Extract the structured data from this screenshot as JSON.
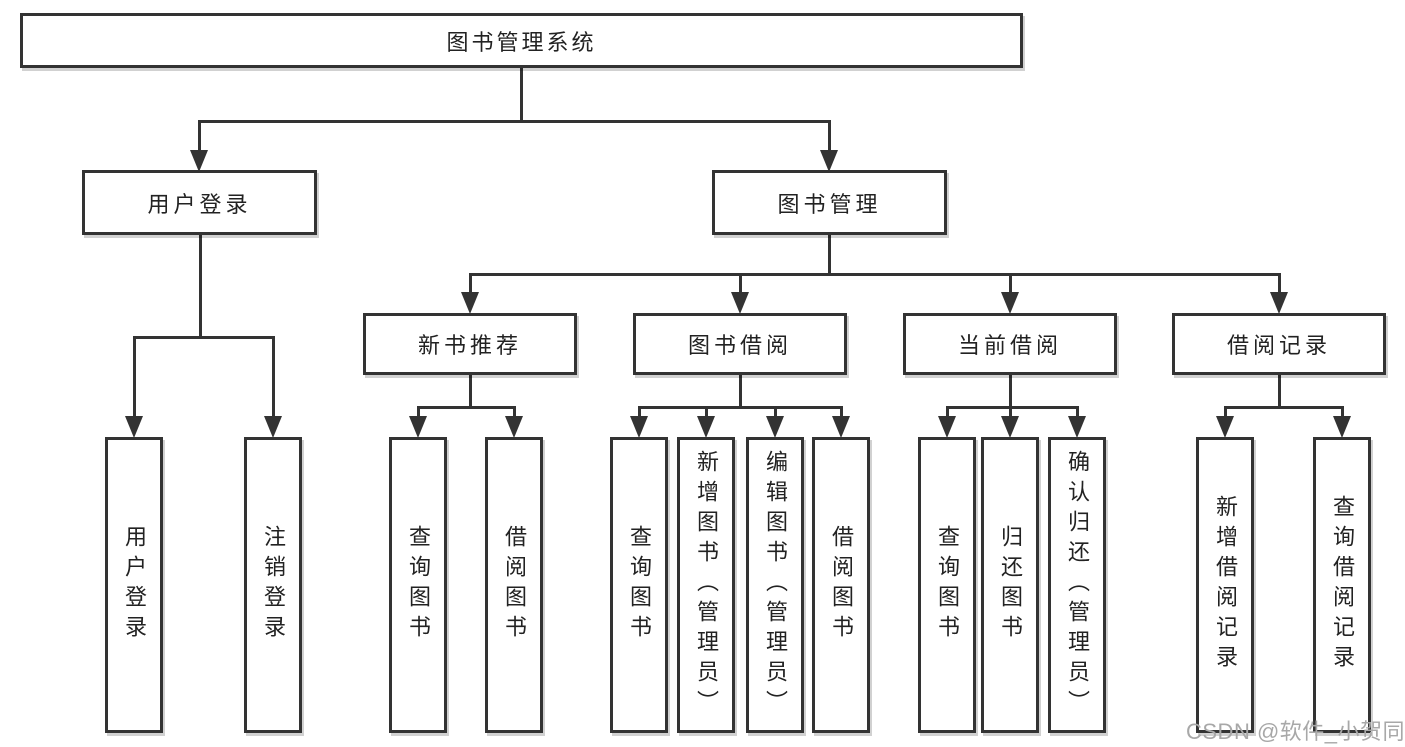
{
  "colors": {
    "line": "#333333",
    "box_border": "#333333",
    "box_background": "#ffffff",
    "text": "#222222",
    "watermark": "#a8a8a8"
  },
  "tree": {
    "root": {
      "label": "图书管理系统"
    },
    "branches": [
      {
        "label": "用户登录",
        "children": [
          {
            "label": "用户登录"
          },
          {
            "label": "注销登录"
          }
        ]
      },
      {
        "label": "图书管理",
        "groups": [
          {
            "label": "新书推荐",
            "children": [
              {
                "label": "查询图书"
              },
              {
                "label": "借阅图书"
              }
            ]
          },
          {
            "label": "图书借阅",
            "children": [
              {
                "label": "查询图书"
              },
              {
                "label": "新增图书（管理员）"
              },
              {
                "label": "编辑图书（管理员）"
              },
              {
                "label": "借阅图书"
              }
            ]
          },
          {
            "label": "当前借阅",
            "children": [
              {
                "label": "查询图书"
              },
              {
                "label": "归还图书"
              },
              {
                "label": "确认归还（管理员）"
              }
            ]
          },
          {
            "label": "借阅记录",
            "children": [
              {
                "label": "新增借阅记录"
              },
              {
                "label": "查询借阅记录"
              }
            ]
          }
        ]
      }
    ]
  },
  "watermark": {
    "text": "CSDN @软件_小贺同学"
  }
}
